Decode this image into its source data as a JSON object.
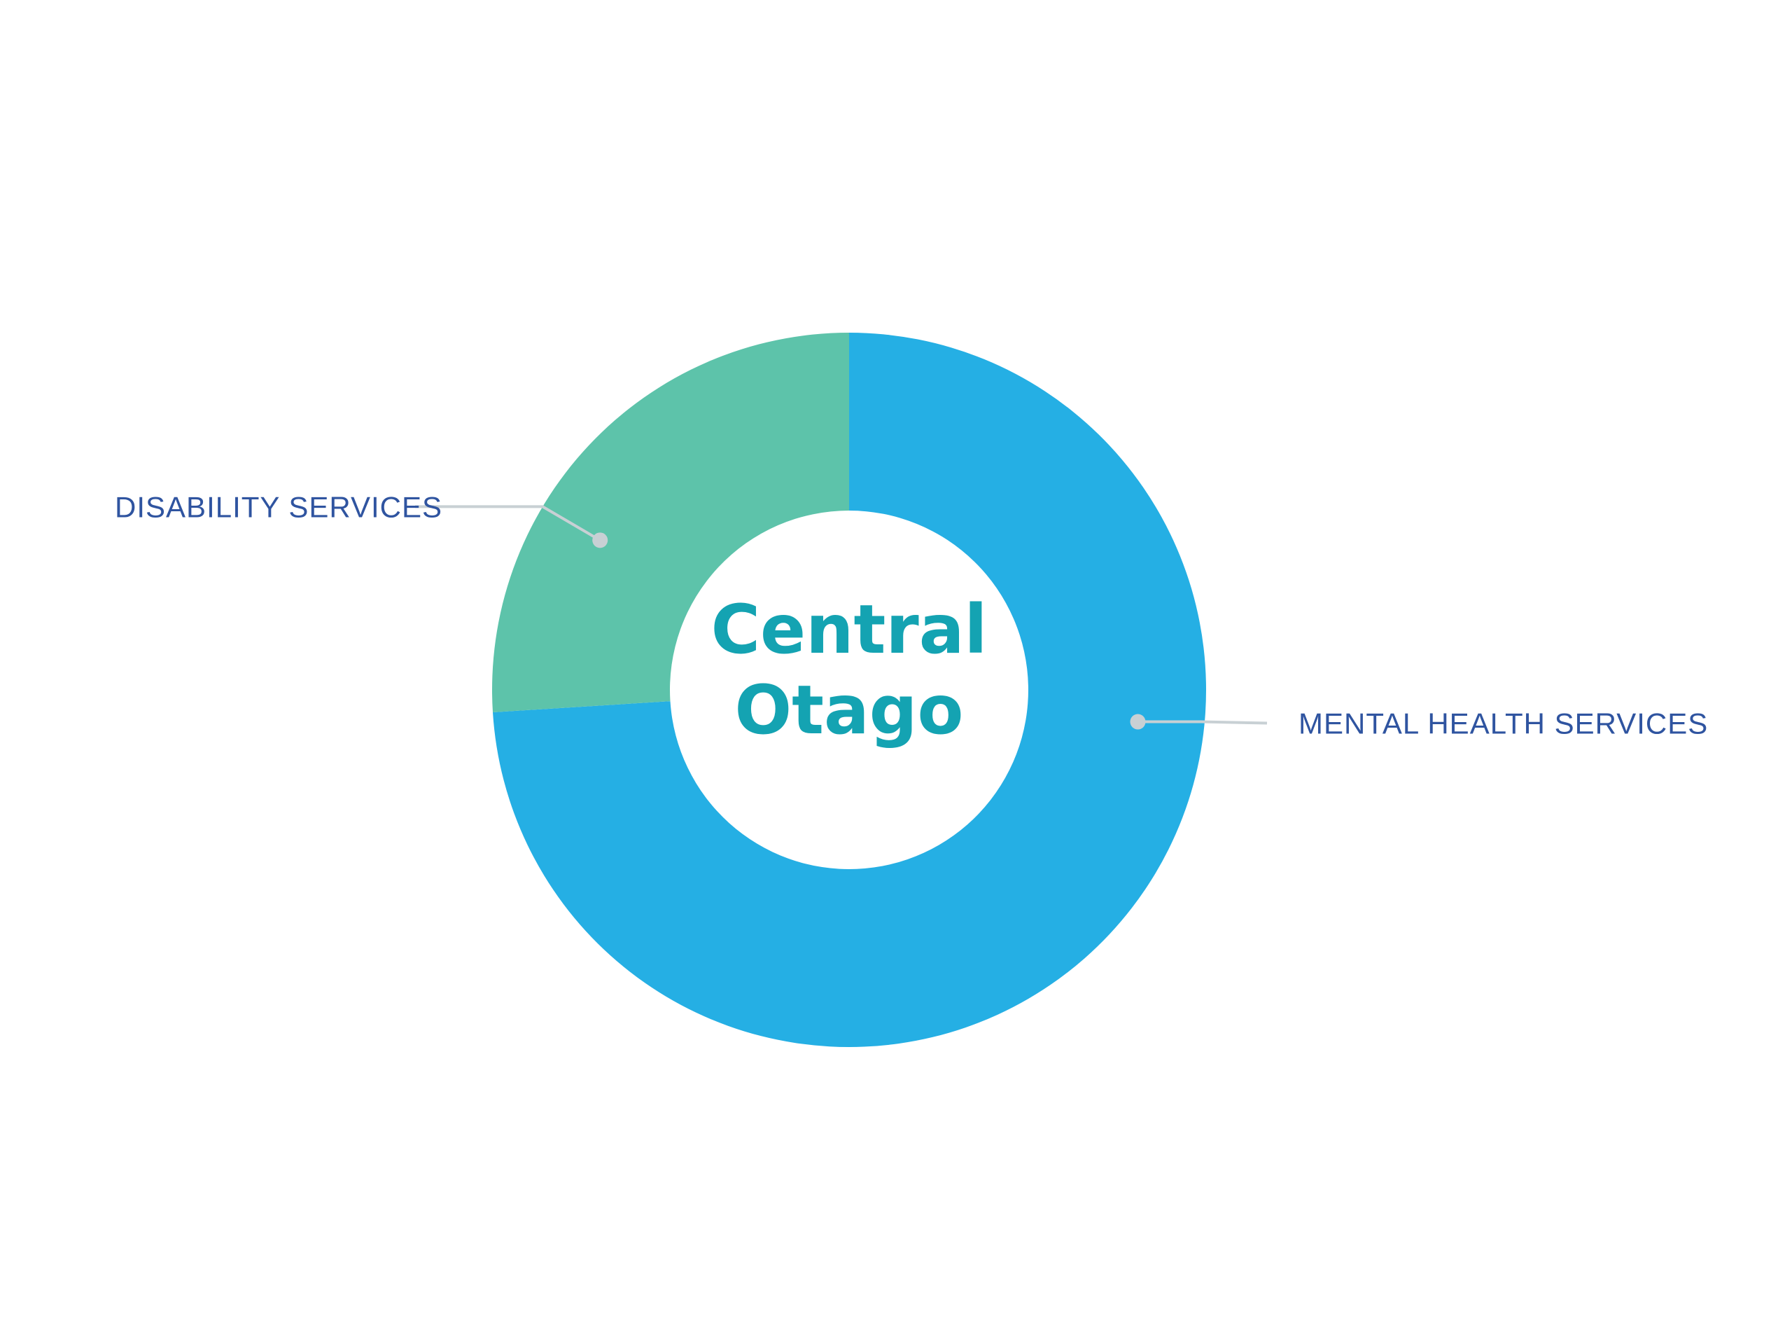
{
  "chart_data": {
    "type": "pie",
    "center_label": [
      "Central",
      "Otago"
    ],
    "categories": [
      "MENTAL HEALTH SERVICES",
      "DISABILITY SERVICES"
    ],
    "values": [
      74,
      26
    ],
    "colors": [
      "#25AFE4",
      "#5DC3AA"
    ],
    "label_color": "#2F54A0",
    "center_color": "#14A3B2",
    "leader_color": "#C8D0D4",
    "title": "",
    "legend": "none"
  }
}
